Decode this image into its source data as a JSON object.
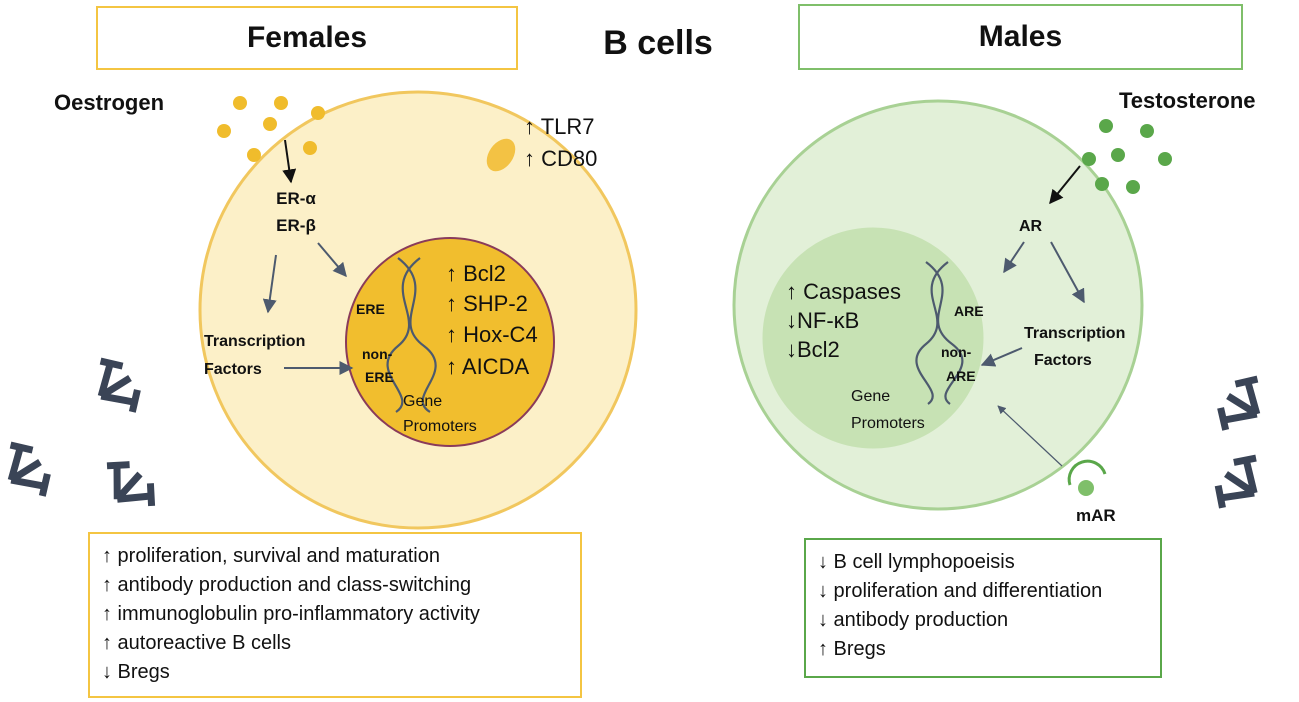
{
  "title": "B cells",
  "females": {
    "header": "Females",
    "hormone": "Oestrogen",
    "receptors": [
      "ER-α",
      "ER-β"
    ],
    "surface_markers": [
      "↑ TLR7",
      "↑ CD80"
    ],
    "transcription_factors": [
      "Transcription",
      "Factors"
    ],
    "element_labels": [
      "ERE",
      "non-",
      "ERE"
    ],
    "gene_promoters": [
      "Gene",
      "Promoters"
    ],
    "genes": [
      "↑ Bcl2",
      "↑ SHP-2",
      "↑ Hox-C4",
      "↑ AICDA"
    ],
    "effects": [
      "↑ proliferation, survival and maturation",
      "↑ antibody production and class-switching",
      "↑ immunoglobulin pro-inflammatory activity",
      "↑ autoreactive B cells",
      "↓ Bregs"
    ],
    "colors": {
      "box_border": "#f4c542",
      "cell_fill": "#fcf0c8",
      "nucleus_fill": "#f1be2e",
      "hormone_dot": "#f0bc2c"
    }
  },
  "males": {
    "header": "Males",
    "hormone": "Testosterone",
    "receptor": "AR",
    "membrane_receptor": "mAR",
    "transcription_factors": [
      "Transcription",
      "Factors"
    ],
    "element_labels": [
      "ARE",
      "non-",
      "ARE"
    ],
    "gene_promoters": [
      "Gene",
      "Promoters"
    ],
    "genes": [
      "↑ Caspases",
      "↓NF-κB",
      "↓Bcl2"
    ],
    "effects": [
      "↓ B cell lymphopoeisis",
      "↓ proliferation and differentiation",
      "↓ antibody production",
      "↑ Bregs"
    ],
    "colors": {
      "box_border": "#7fbf6a",
      "cell_fill": "#e2f0d8",
      "nucleus_fill": "#c7e2b4",
      "hormone_dot": "#5aa74a"
    }
  },
  "icons": {
    "antibody": "antibody-icon",
    "dna": "dna-helix-icon",
    "receptor": "membrane-receptor-icon"
  }
}
